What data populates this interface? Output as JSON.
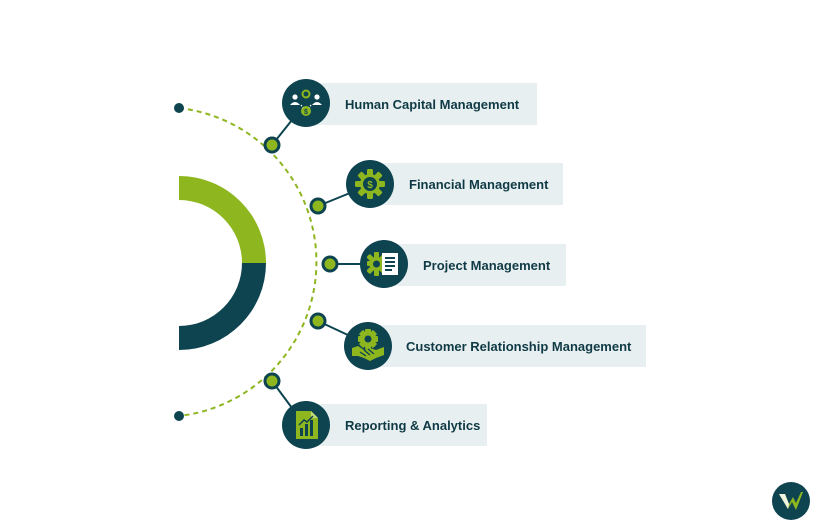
{
  "items": [
    {
      "label": "Human Capital Management",
      "icon": "people-gear-dollar-icon"
    },
    {
      "label": "Financial Management",
      "icon": "gear-dollar-icon"
    },
    {
      "label": "Project Management",
      "icon": "gear-document-icon"
    },
    {
      "label": "Customer Relationship Management",
      "icon": "handshake-gear-icon"
    },
    {
      "label": "Reporting & Analytics",
      "icon": "report-chart-icon"
    }
  ],
  "colors": {
    "dark_teal": "#0d4450",
    "lime_green": "#8db61f",
    "label_bg": "#e8eff0",
    "label_text": "#0f3a45"
  },
  "logo": {
    "icon": "brand-logo-icon"
  }
}
